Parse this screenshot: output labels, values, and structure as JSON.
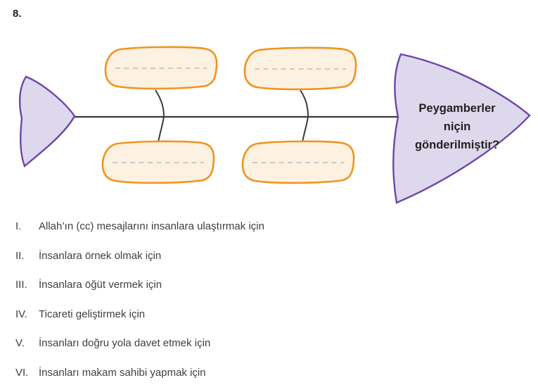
{
  "question": {
    "number": "8.",
    "list_items": [
      {
        "numeral": "I.",
        "text": "Allah’ın (cc) mesajlarını insanlara ulaştırmak için"
      },
      {
        "numeral": "II.",
        "text": "İnsanlara örnek olmak için"
      },
      {
        "numeral": "III.",
        "text": "İnsanlara öğüt vermek için"
      },
      {
        "numeral": "IV.",
        "text": "Ticareti geliştirmek için"
      },
      {
        "numeral": "V.",
        "text": "İnsanları doğru yola davet etmek için"
      },
      {
        "numeral": "VI.",
        "text": "İnsanları makam sahibi yapmak için"
      }
    ]
  },
  "diagram": {
    "type": "fishbone",
    "head_question": "Peygamberler\nniçin\ngönderilmiştir?",
    "blank_box_count": 4,
    "colors": {
      "purple_fill": "#ded8ed",
      "purple_stroke": "#6f45a9",
      "box_fill": "#fdf1e2",
      "box_stroke": "#f0941f",
      "spine": "#3a3a3a",
      "dashed_line": "#c9c9c9",
      "head_text": "#231f20"
    }
  }
}
